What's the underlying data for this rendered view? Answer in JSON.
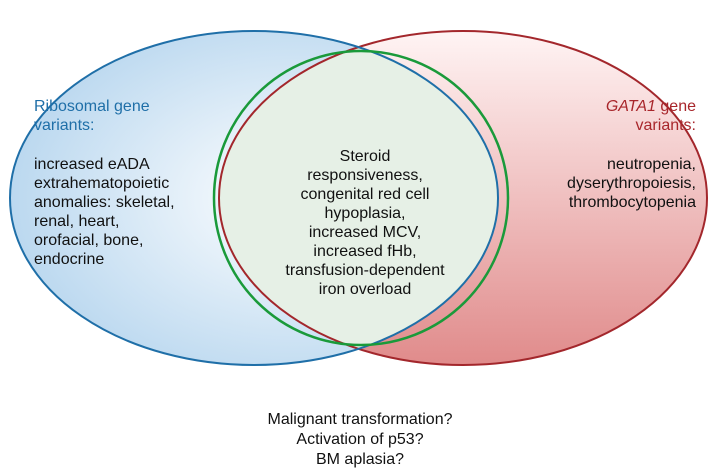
{
  "diagram": {
    "colors": {
      "left_stroke": "#1f6fa8",
      "right_stroke": "#a3272c",
      "overlap_stroke": "#1a9a3a",
      "left_fill_center": "#ffffff",
      "left_fill_edge": "#b9d7ef",
      "right_fill_top": "#fff4f4",
      "right_fill_bottom": "#e08b8b",
      "overlap_fill": "#e6f0e6"
    },
    "left": {
      "title_lines": [
        "Ribosomal gene",
        "variants:"
      ],
      "body_lines": [
        "increased eADA",
        "extrahematopoietic",
        "anomalies: skeletal,",
        "renal, heart,",
        "orofacial, bone,",
        "endocrine"
      ]
    },
    "center": {
      "lines": [
        "Steroid",
        "responsiveness,",
        "congenital red cell",
        "hypoplasia,",
        "increased MCV,",
        "increased fHb,",
        "transfusion-dependent",
        "iron overload"
      ]
    },
    "right": {
      "title_gene": "GATA1",
      "title_rest": " gene",
      "title_line2": "variants:",
      "body_lines": [
        "neutropenia,",
        "dyserythropoiesis,",
        "thrombocytopenia"
      ]
    },
    "bottom": {
      "lines": [
        "Malignant transformation?",
        "Activation of p53?",
        "BM aplasia?"
      ]
    }
  }
}
